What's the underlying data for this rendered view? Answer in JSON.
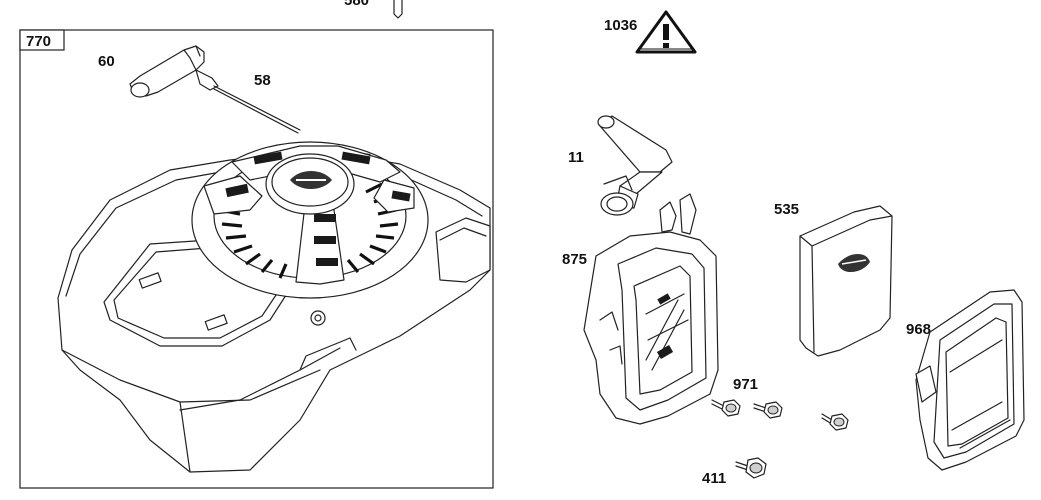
{
  "labels": {
    "partial_top": "580",
    "box": "770",
    "l60": "60",
    "l58": "58",
    "l1036": "1036",
    "l11": "11",
    "l535": "535",
    "l875": "875",
    "l968": "968",
    "l971": "971",
    "l411": "411"
  }
}
